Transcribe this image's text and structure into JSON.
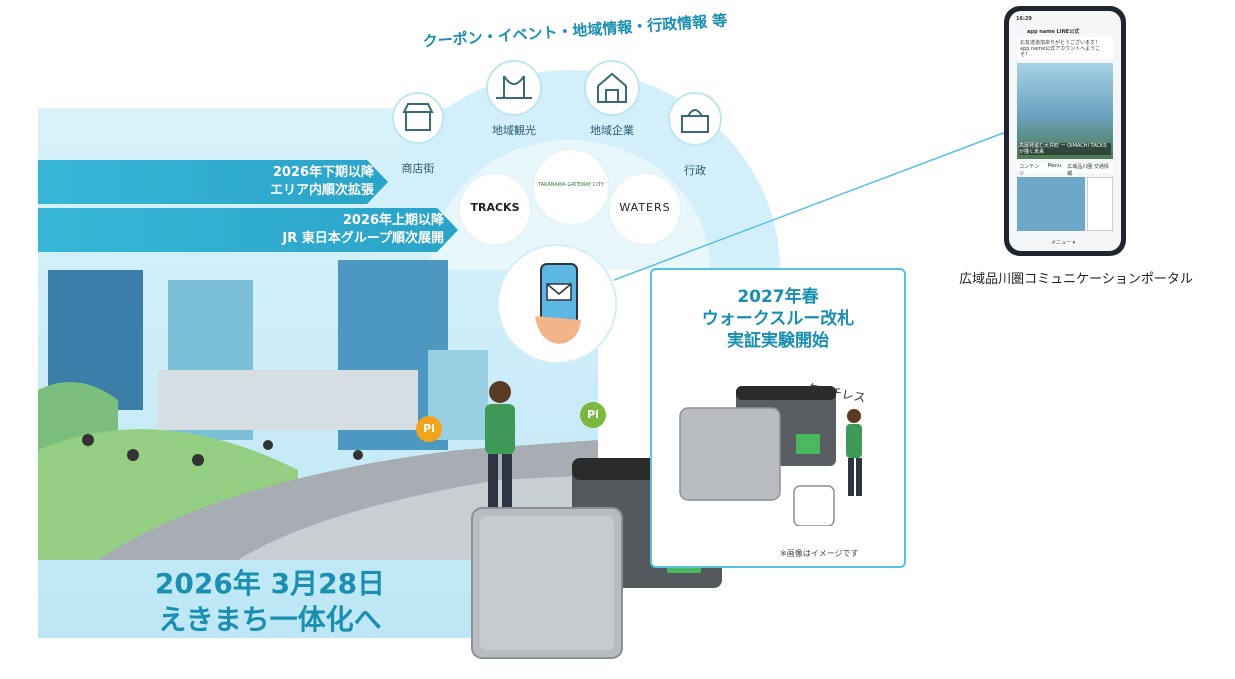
{
  "arc": {
    "title": "クーポン・イベント・地域情報・行政情報 等",
    "categories": [
      {
        "label": "商店街",
        "icon": "shop-icon"
      },
      {
        "label": "地域観光",
        "icon": "bridge-icon"
      },
      {
        "label": "地域企業",
        "icon": "barn-icon"
      },
      {
        "label": "行政",
        "icon": "government-building-icon"
      }
    ],
    "partners": [
      {
        "label": "TRACKS"
      },
      {
        "label": "TAKANAWA GATEWAY CITY"
      },
      {
        "label": "WATERS"
      }
    ]
  },
  "timeline": {
    "band1_line1": "2026年下期以降",
    "band1_line2": "エリア内順次拡張",
    "band2_line1": "2026年上期以降",
    "band2_line2": "JR 東日本グループ順次展開"
  },
  "date": {
    "line1": "2026年 3月28日",
    "line2": "えきまち一体化へ"
  },
  "walkthrough": {
    "line1": "2027年春",
    "line2": "ウォークスルー改札",
    "line3": "実証実験開始",
    "touchless": "タッチレス",
    "note": "※画像はイメージです"
  },
  "pi_badges": [
    "Pi",
    "Pi"
  ],
  "phone": {
    "time": "16:29",
    "header": "app name LINE公式",
    "message": "お友達追加ありがとうございます！ app name公式アカウントへようこそ！",
    "banner": "高層発進む大井町 ー OIMACHI TACKSが描く未来",
    "tabs": [
      "コンテンツ",
      "Menu",
      "広域品川圏 交通情報"
    ],
    "menu": "メニュー ▾"
  },
  "caption": "広域品川圏コミュニケーションポータル",
  "colors": {
    "accent": "#1a8fb0",
    "band": "#38b6d8",
    "arc": "#cfeefa",
    "green": "#3f9a57"
  }
}
